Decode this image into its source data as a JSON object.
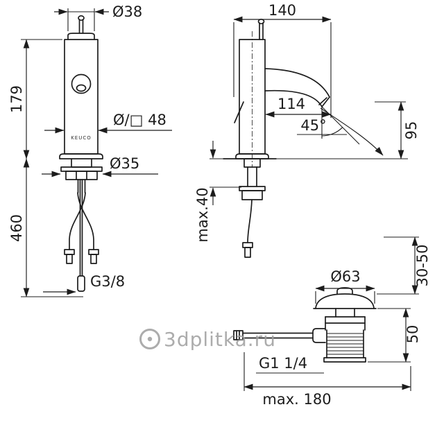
{
  "drawing": {
    "front_view": {
      "brand_label": "KEUCO",
      "dim_top_diameter": "Ø38",
      "dim_height_to_deck": "179",
      "dim_body_width": "Ø/□ 48",
      "dim_collar_diameter": "Ø35",
      "dim_total_height": "460",
      "dim_hose_thread": "G3/8"
    },
    "side_view": {
      "dim_depth": "140",
      "dim_spout_reach": "114",
      "dim_spray_angle": "45°",
      "dim_outlet_height": "95",
      "dim_max_deck_thickness": "max.40"
    },
    "drain_view": {
      "dim_cap_diameter": "Ø63",
      "dim_adjust_range": "30-50",
      "dim_body_height": "50",
      "dim_drain_thread": "G1 1/4",
      "dim_rod_reach": "max. 180"
    }
  },
  "watermark": {
    "text": "3dplitka.ru"
  },
  "colors": {
    "line": "#1c1c1c",
    "watermark": "#9e9e9e",
    "background": "#ffffff"
  }
}
